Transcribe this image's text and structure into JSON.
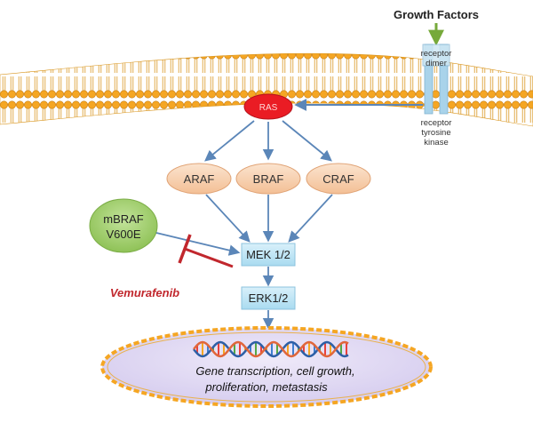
{
  "top_label": "Growth Factors",
  "receptor": {
    "dimer_label_1": "receptor",
    "dimer_label_2": "dimer",
    "rtk_label_1": "receptor",
    "rtk_label_2": "tyrosine",
    "rtk_label_3": "kinase"
  },
  "ras": {
    "label": "RAS"
  },
  "raf": {
    "araf": "ARAF",
    "braf": "BRAF",
    "craf": "CRAF"
  },
  "mbraf": {
    "line1": "mBRAF",
    "line2": "V600E"
  },
  "inhibitor": {
    "label": "Vemurafenib"
  },
  "mek": {
    "label": "MEK 1/2"
  },
  "erk": {
    "label": "ERK1/2"
  },
  "nucleus": {
    "line1": "Gene transcription, cell growth,",
    "line2": "proliferation, metastasis"
  },
  "colors": {
    "arrow": "#5b86b8",
    "ras_fill": "#ea1c24",
    "raf_fill": "#f7cfad",
    "mbraf_fill": "#a3cf6b",
    "kinase_box_fill": "#bfe4f4",
    "inhibitor": "#c1272d",
    "membrane": "#f5a623",
    "nucleus_fill": "#e3dcf3",
    "growth_arrow": "#76a93a"
  }
}
